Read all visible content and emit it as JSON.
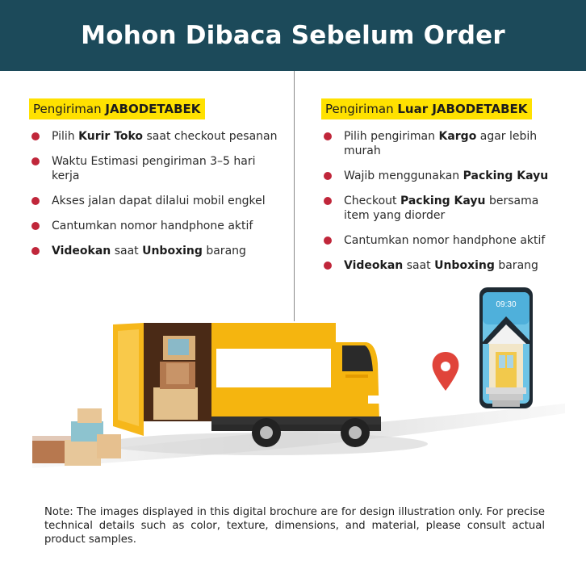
{
  "header": {
    "title": "Mohon Dibaca Sebelum Order"
  },
  "left": {
    "tag_prefix": "Pengiriman ",
    "tag_bold": "JABODETABEK",
    "items": [
      {
        "pre": "Pilih ",
        "bold": "Kurir Toko",
        "post": " saat checkout pesanan"
      },
      {
        "pre": "Waktu Estimasi pengiriman 3–5 hari kerja",
        "bold": "",
        "post": ""
      },
      {
        "pre": "Akses jalan dapat dilalui mobil engkel",
        "bold": "",
        "post": ""
      },
      {
        "pre": "Cantumkan nomor handphone aktif",
        "bold": "",
        "post": ""
      },
      {
        "pre": "",
        "bold": "Videokan",
        "post": " saat ",
        "bold2": "Unboxing",
        "post2": " barang"
      }
    ]
  },
  "right": {
    "tag_prefix": "Pengiriman ",
    "tag_bold": "Luar JABODETABEK",
    "items": [
      {
        "pre": "Pilih pengiriman ",
        "bold": "Kargo",
        "post": " agar lebih murah"
      },
      {
        "pre": "Wajib menggunakan ",
        "bold": "Packing Kayu",
        "post": ""
      },
      {
        "pre": "Checkout ",
        "bold": "Packing Kayu",
        "post": " bersama item yang diorder"
      },
      {
        "pre": "Cantumkan nomor handphone aktif",
        "bold": "",
        "post": ""
      },
      {
        "pre": "",
        "bold": "Videokan",
        "post": " saat ",
        "bold2": "Unboxing",
        "post2": " barang"
      }
    ]
  },
  "illustration": {
    "phone_time": "09:30",
    "truck_color": "#f5b50f",
    "pin_color": "#e0443a"
  },
  "note": "Note: The images displayed in this digital brochure are for design illustration only. For precise technical details such as color, texture, dimensions, and material, please consult actual product samples.",
  "colors": {
    "header_bg": "#1c4a5a",
    "tag_bg": "#ffe100",
    "bullet": "#c0263a"
  }
}
